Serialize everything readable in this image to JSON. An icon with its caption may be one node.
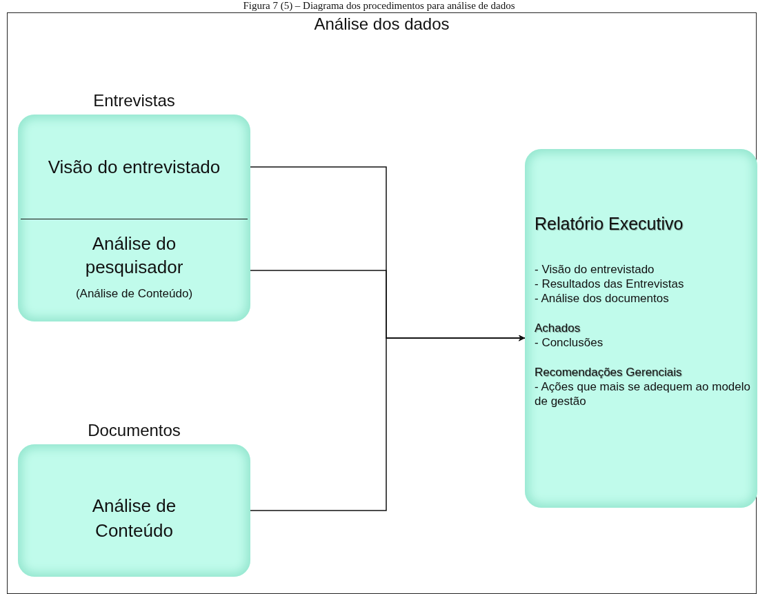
{
  "diagram": {
    "title": "Figura 7 (5) – Diagrama dos procedimentos para análise de dados",
    "nodes": [
      {
        "text": [
          "Análise dos dados"
        ]
      },
      {
        "text": [
          "Entrevistas"
        ],
        "in": 0
      },
      {
        "text": [
          "Visão do entrevistado"
        ],
        "in": 1
      },
      {
        "text": [
          "Análise do pesquisador",
          "(Análise de Conteúdo)"
        ],
        "in": 1
      },
      {
        "text": [
          "Documentos",
          "Análise de Conteúdo"
        ],
        "in": 0
      },
      {
        "text": [
          "Relatório Executivo",
          "- Visão do entrevistado",
          "- Resultados das Entrevistas",
          "- Análise dos documentos",
          "Achados",
          "- Conclusões",
          "Recomendações Gerenciais",
          "- Ações que mais se adequem ao modelo de gestão"
        ],
        "in": 0
      }
    ],
    "edges": [
      {
        "from": 2,
        "to": 5,
        "arrow": "to"
      },
      {
        "from": 3,
        "to": 5,
        "arrow": "to"
      },
      {
        "from": 4,
        "to": 5,
        "arrow": "to"
      }
    ]
  }
}
